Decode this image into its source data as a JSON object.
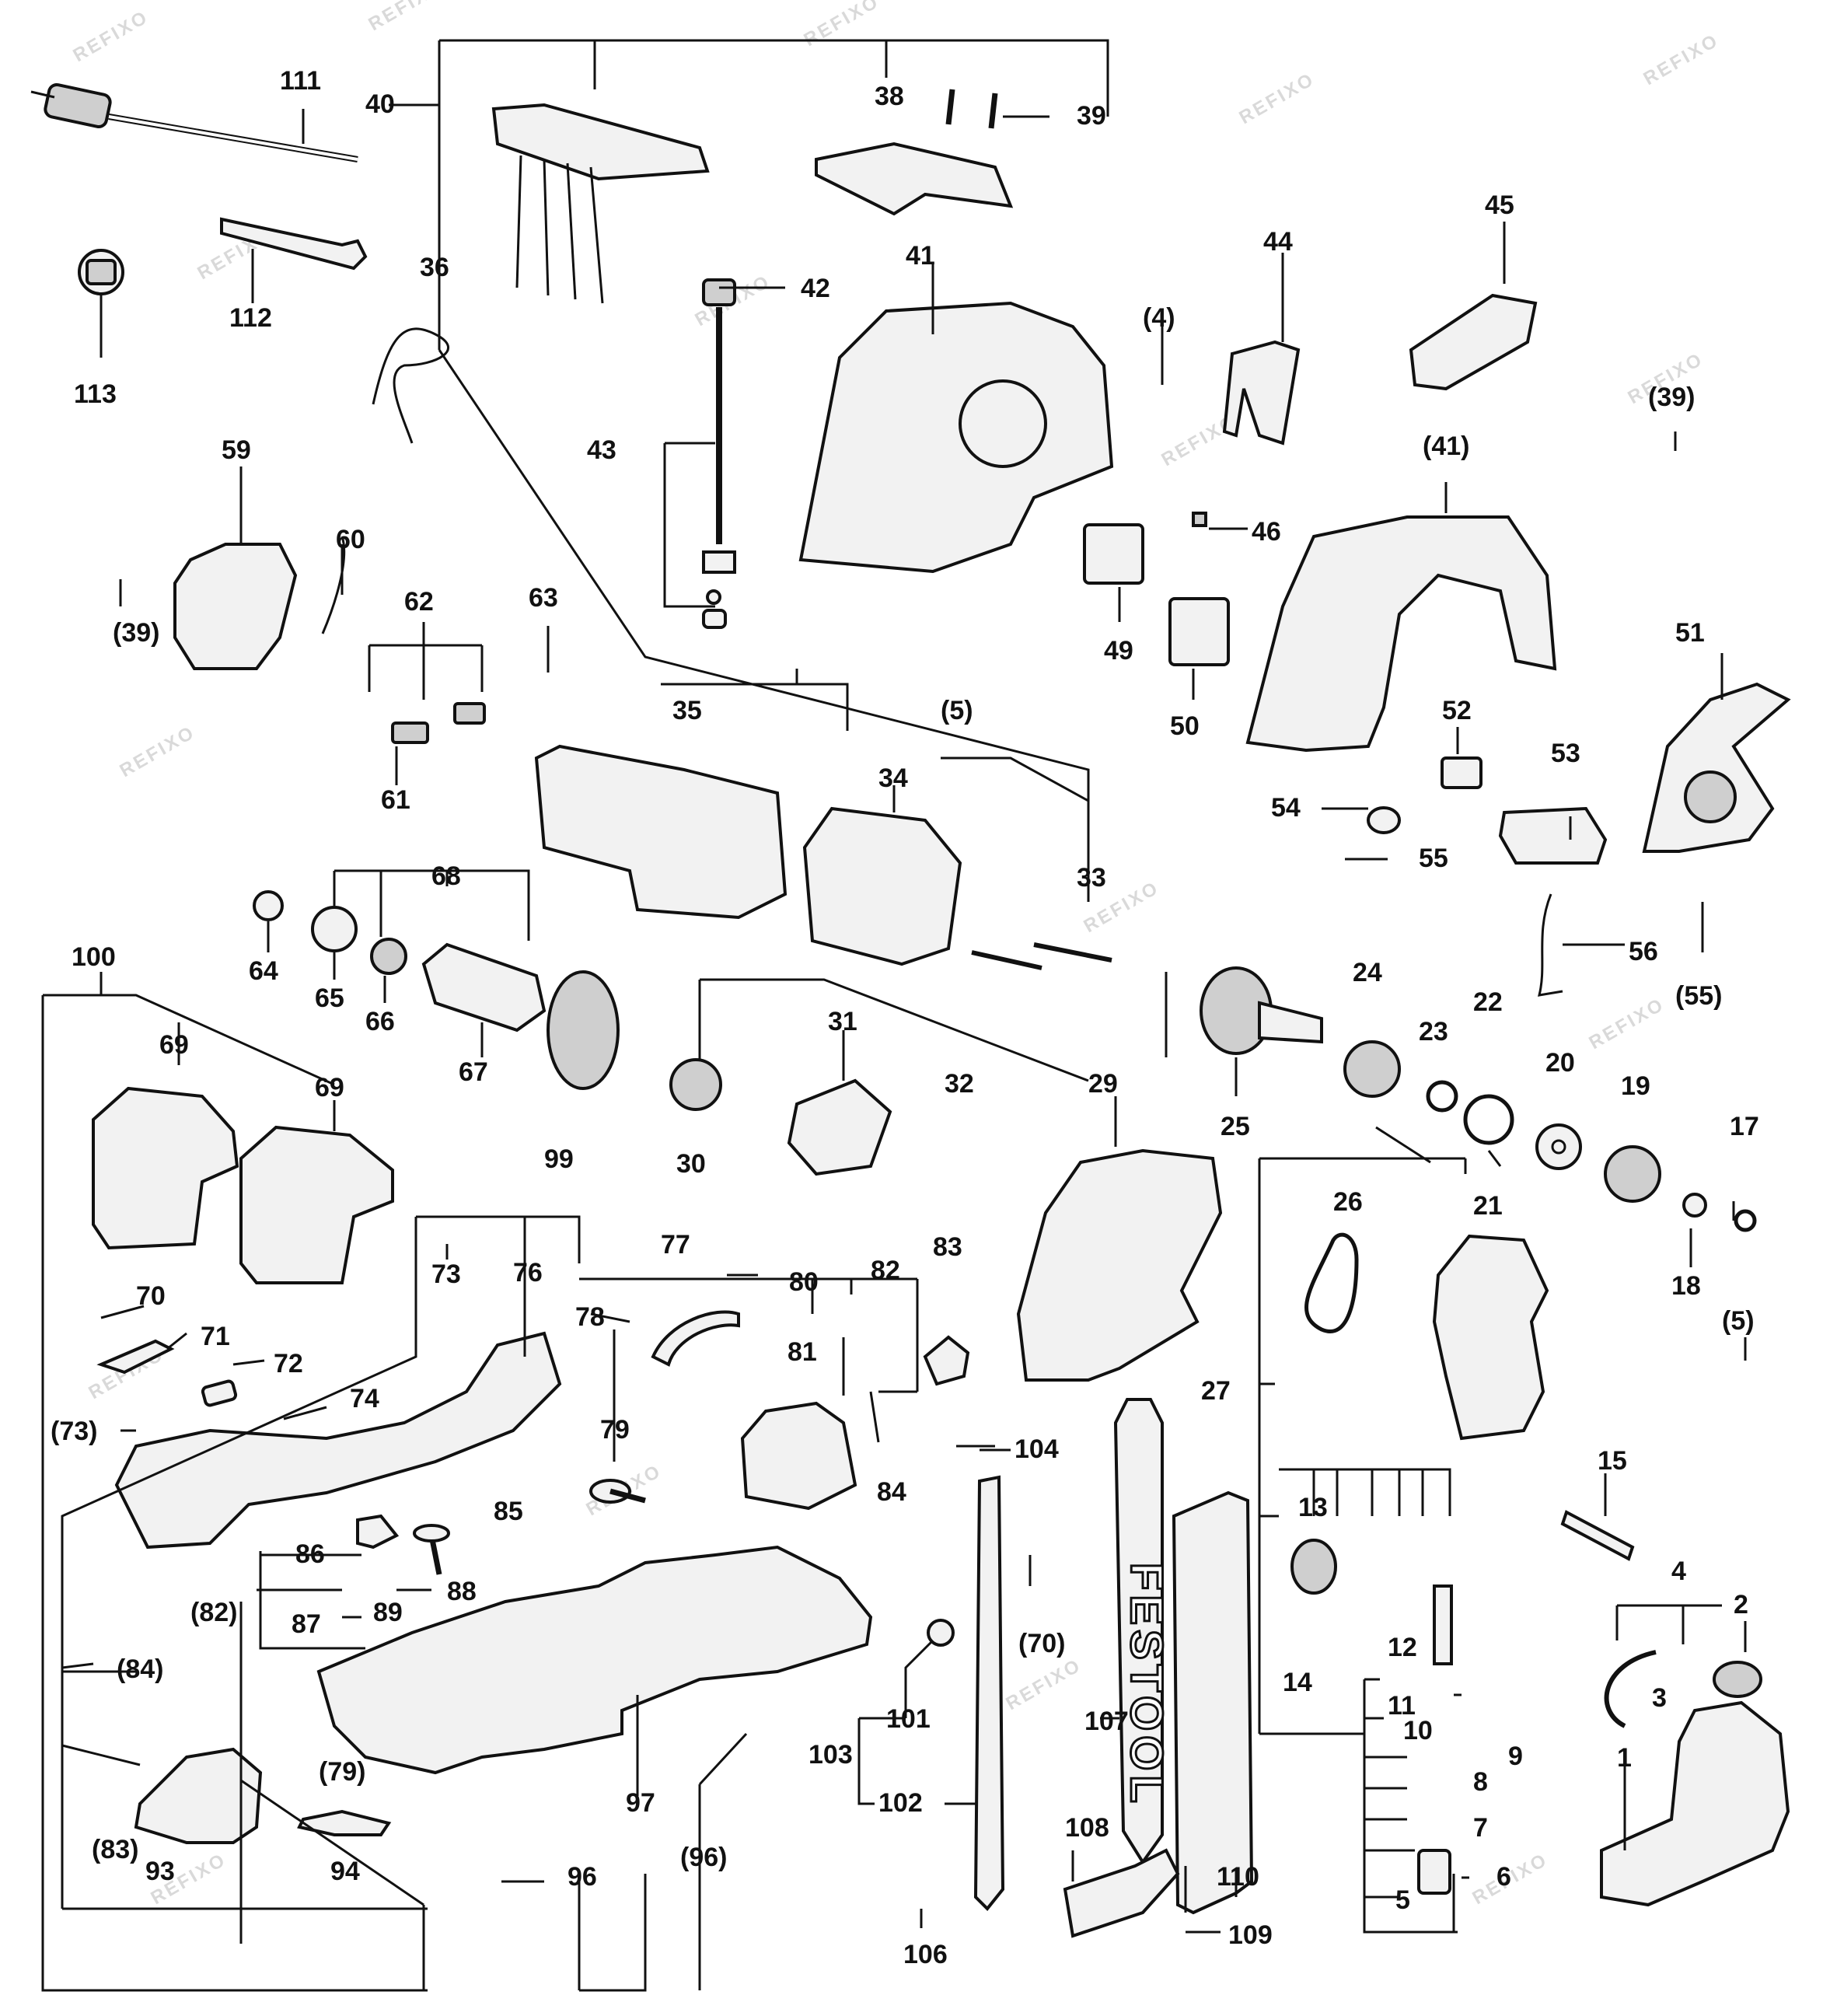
{
  "watermark": "REFIXO",
  "brand_text": "FESTOOL",
  "callouts": {
    "c1": "1",
    "c2": "2",
    "c3": "3",
    "c4": "4",
    "c4p": "(4)",
    "c5": "5",
    "c5p": "(5)",
    "c5p2": "(5)",
    "c6": "6",
    "c7": "7",
    "c8": "8",
    "c9": "9",
    "c10": "10",
    "c11": "11",
    "c12": "12",
    "c13": "13",
    "c14": "14",
    "c15": "15",
    "c17": "17",
    "c18": "18",
    "c19": "19",
    "c20": "20",
    "c21": "21",
    "c22": "22",
    "c23": "23",
    "c24": "24",
    "c25": "25",
    "c26": "26",
    "c27": "27",
    "c29": "29",
    "c30": "30",
    "c31": "31",
    "c32": "32",
    "c33": "33",
    "c34": "34",
    "c35": "35",
    "c36": "36",
    "c38": "38",
    "c39": "39",
    "c39p": "(39)",
    "c39p2": "(39)",
    "c40": "40",
    "c41": "41",
    "c41p": "(41)",
    "c42": "42",
    "c43": "43",
    "c44": "44",
    "c45": "45",
    "c46": "46",
    "c49": "49",
    "c50": "50",
    "c51": "51",
    "c52": "52",
    "c53": "53",
    "c54": "54",
    "c55": "55",
    "c55p": "(55)",
    "c56": "56",
    "c59": "59",
    "c60": "60",
    "c61": "61",
    "c62": "62",
    "c63": "63",
    "c64": "64",
    "c65": "65",
    "c66": "66",
    "c67": "67",
    "c68": "68",
    "c69a": "69",
    "c69b": "69",
    "c70": "70",
    "c70p": "(70)",
    "c71": "71",
    "c72": "72",
    "c73": "73",
    "c73p": "(73)",
    "c74": "74",
    "c76": "76",
    "c77": "77",
    "c78": "78",
    "c79": "79",
    "c79p": "(79)",
    "c80": "80",
    "c81": "81",
    "c82": "82",
    "c82p": "(82)",
    "c83": "83",
    "c83p": "(83)",
    "c84": "84",
    "c84p": "(84)",
    "c85": "85",
    "c86": "86",
    "c87": "87",
    "c88": "88",
    "c89": "89",
    "c93": "93",
    "c94": "94",
    "c96": "96",
    "c96p": "(96)",
    "c97": "97",
    "c99": "99",
    "c100": "100",
    "c101": "101",
    "c102": "102",
    "c103": "103",
    "c104": "104",
    "c106": "106",
    "c107": "107",
    "c108": "108",
    "c109": "109",
    "c110": "110",
    "c111": "111",
    "c112": "112",
    "c113": "113"
  }
}
